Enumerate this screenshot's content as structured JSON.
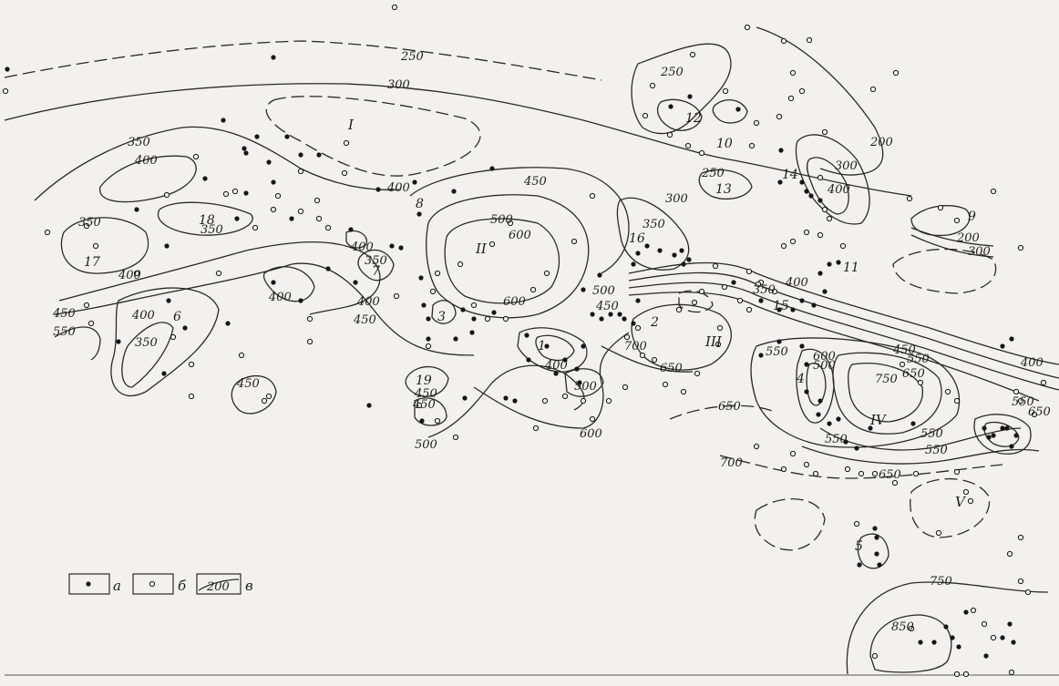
{
  "contour_labels": [
    "250",
    "300",
    "350",
    "400",
    "450",
    "500",
    "550",
    "600",
    "650",
    "700",
    "750",
    "850",
    "200"
  ],
  "area_labels": [
    "I",
    "II",
    "III",
    "IV",
    "V"
  ],
  "site_numbers": [
    "1",
    "2",
    "3",
    "4",
    "5",
    "6",
    "7",
    "8",
    "9",
    "10",
    "11",
    "12",
    "13",
    "14",
    "15",
    "16",
    "17",
    "18",
    "19"
  ],
  "legend": {
    "a_label": "а",
    "b_label": "б",
    "c_label": "в",
    "c_sample_value": "200"
  },
  "colors": {
    "ink": "#2a2a2a",
    "paper": "#f2f1ee"
  }
}
